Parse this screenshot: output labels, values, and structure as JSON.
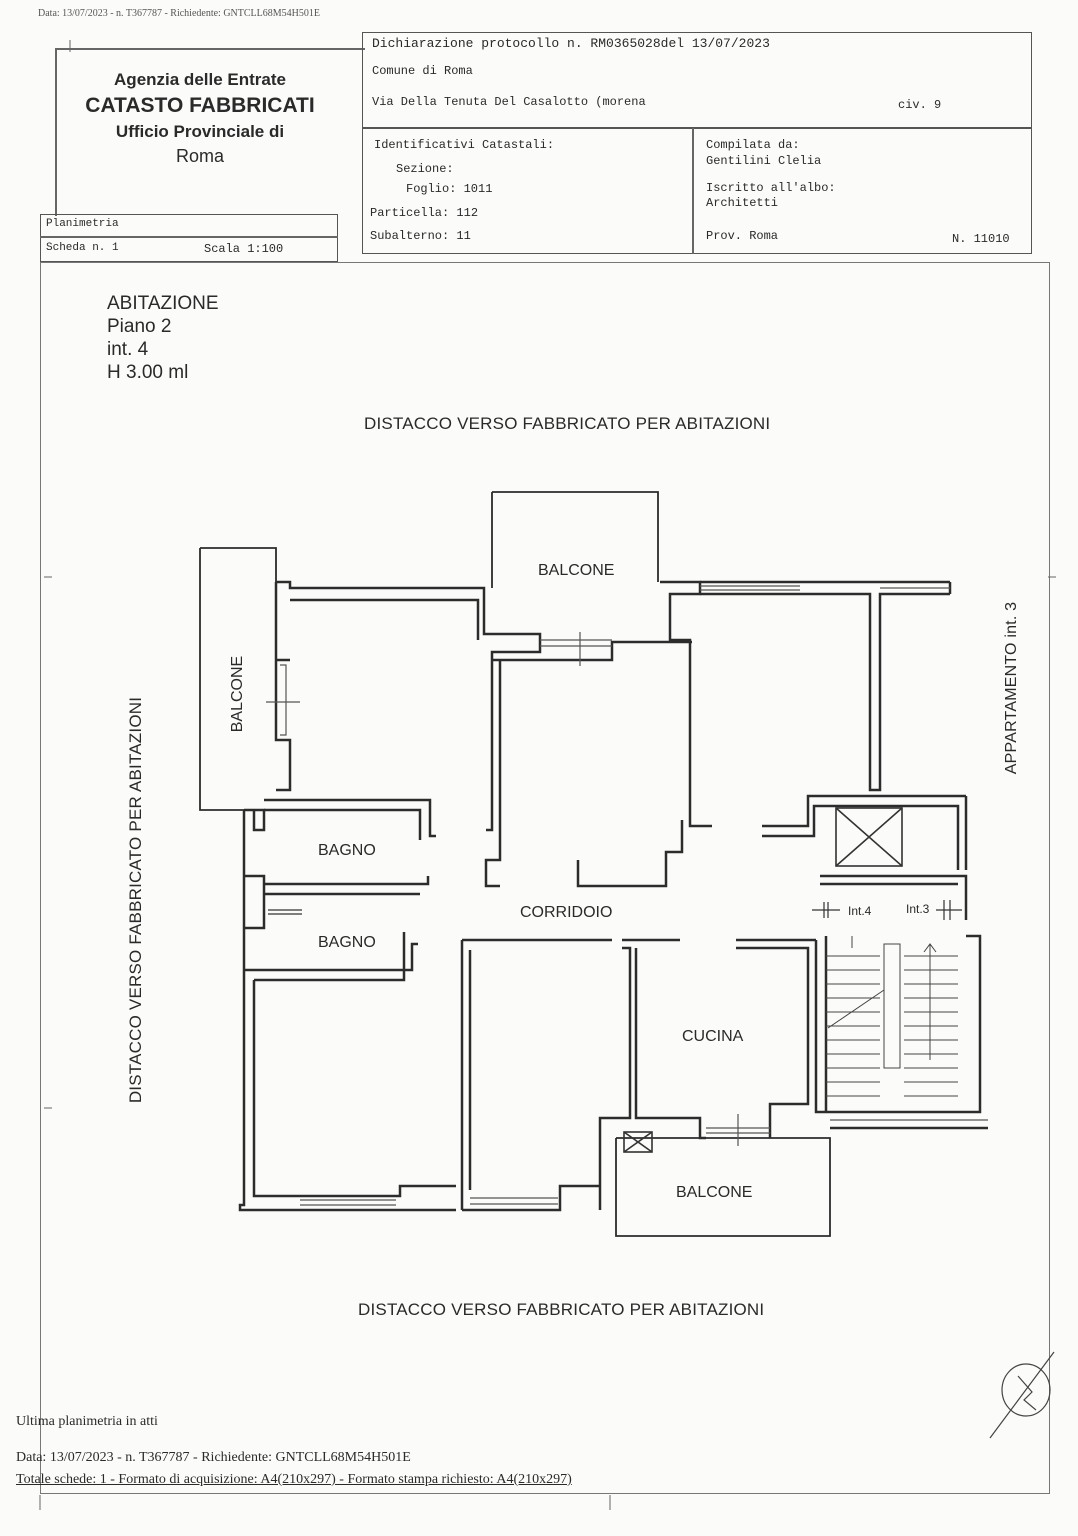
{
  "top_stamp": "Data: 13/07/2023 - n. T367787 - Richiedente: GNTCLL68M54H501E",
  "agency": {
    "line1": "Agenzia delle Entrate",
    "line2": "CATASTO FABBRICATI",
    "line3": "Ufficio Provinciale di",
    "line4": "Roma"
  },
  "declaration": {
    "protocol": "Dichiarazione protocollo n. RM0365028del 13/07/2023",
    "comune": "Comune di Roma",
    "address": "Via Della Tenuta Del Casalotto (morena",
    "civ": "civ. 9"
  },
  "identifiers": {
    "title": "Identificativi Catastali:",
    "sezione": "Sezione:",
    "foglio": "Foglio: 1011",
    "particella": "Particella: 112",
    "subalterno": "Subalterno: 11"
  },
  "compiler": {
    "compiled_by_label": "Compilata da:",
    "compiled_by_name": "Gentilini Clelia",
    "albo_label": "Iscritto all'albo:",
    "albo_value": "Architetti",
    "prov": "Prov. Roma",
    "number": "N. 11010"
  },
  "scheda": {
    "title": "Planimetria",
    "number": "Scheda n. 1",
    "scale": "Scala 1:100"
  },
  "unit": {
    "type": "ABITAZIONE",
    "floor": "Piano 2",
    "interior": "int. 4",
    "height": "H 3.00 ml"
  },
  "labels": {
    "top": "DISTACCO VERSO FABBRICATO PER ABITAZIONI",
    "bottom": "DISTACCO VERSO FABBRICATO PER ABITAZIONI",
    "left": "DISTACCO VERSO FABBRICATO PER ABITAZIONI",
    "right": "APPARTAMENTO int. 3"
  },
  "rooms": {
    "balcone_top": "BALCONE",
    "balcone_left": "BALCONE",
    "balcone_bottom": "BALCONE",
    "bagno1": "BAGNO",
    "bagno2": "BAGNO",
    "corridoio": "CORRIDOIO",
    "cucina": "CUCINA",
    "int4": "Int.4",
    "int3": "Int.3"
  },
  "footer": {
    "line1": "Ultima planimetria in atti",
    "line2": "Data: 13/07/2023 - n. T367787 - Richiedente: GNTCLL68M54H501E",
    "line3": "Totale schede: 1 - Formato di acquisizione: A4(210x297) - Formato stampa richiesto: A4(210x297)"
  }
}
